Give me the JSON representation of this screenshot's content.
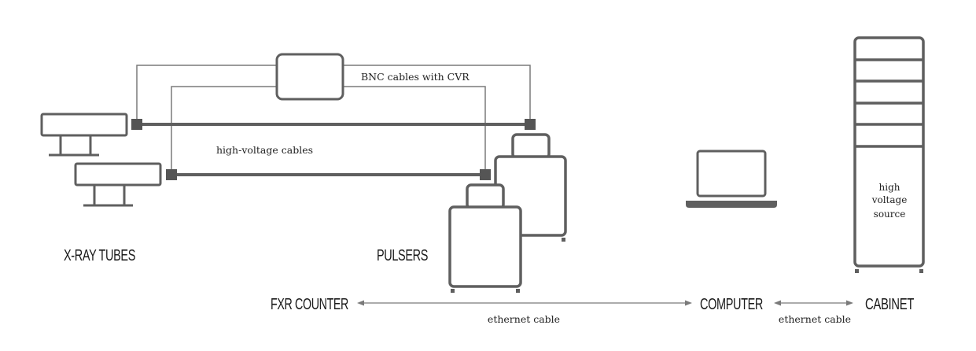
{
  "labels": {
    "xray_tubes": "X-RAY TUBES",
    "pulsers": "PULSERS",
    "fxr_counter": "FXR COUNTER",
    "computer": "COMPUTER",
    "cabinet": "CABINET",
    "bnc_cables": "BNC cables with CVR",
    "hv_cables": "high-voltage cables",
    "ethernet_left": "ethernet cable",
    "ethernet_right": "ethernet cable",
    "cabinet_line1": "high",
    "cabinet_line2": "voltage",
    "cabinet_line3": "source"
  },
  "colors": {
    "device_stroke": "#5f5f5f",
    "connector": "#555555",
    "thin_line": "#7a7a7a",
    "text": "#1a1a1a"
  }
}
